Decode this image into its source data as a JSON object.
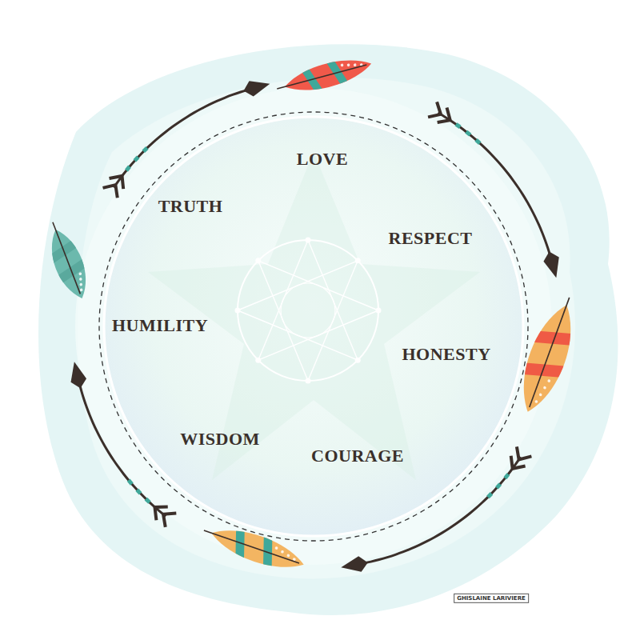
{
  "diagram": {
    "labels": [
      "LOVE",
      "RESPECT",
      "HONESTY",
      "COURAGE",
      "WISDOM",
      "HUMILITY",
      "TRUTH",
      "GHISLAINE LARIVIERE"
    ]
  }
}
